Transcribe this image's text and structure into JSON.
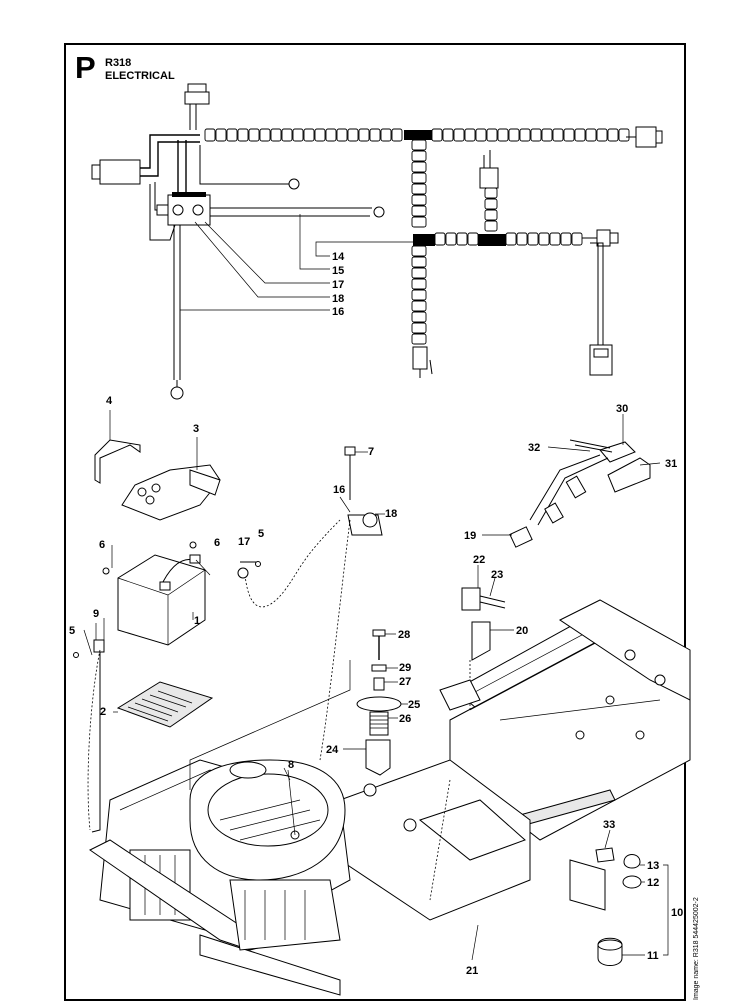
{
  "header": {
    "section_letter": "P",
    "model": "R318",
    "title": "ELECTRICAL"
  },
  "image_name": "Image name: R318 544425002-2",
  "callouts": [
    {
      "id": "c14",
      "label": "14"
    },
    {
      "id": "c15",
      "label": "15"
    },
    {
      "id": "c17",
      "label": "17"
    },
    {
      "id": "c18",
      "label": "18"
    },
    {
      "id": "c16",
      "label": "16"
    },
    {
      "id": "c4",
      "label": "4"
    },
    {
      "id": "c3",
      "label": "3"
    },
    {
      "id": "c7",
      "label": "7"
    },
    {
      "id": "c16b",
      "label": "16"
    },
    {
      "id": "c18b",
      "label": "18"
    },
    {
      "id": "c30",
      "label": "30"
    },
    {
      "id": "c32",
      "label": "32"
    },
    {
      "id": "c31",
      "label": "31"
    },
    {
      "id": "c19",
      "label": "19"
    },
    {
      "id": "c5",
      "label": "5"
    },
    {
      "id": "c6",
      "label": "6"
    },
    {
      "id": "c6b",
      "label": "6"
    },
    {
      "id": "c17b",
      "label": "17"
    },
    {
      "id": "c9",
      "label": "9"
    },
    {
      "id": "c5b",
      "label": "5"
    },
    {
      "id": "c1",
      "label": "1"
    },
    {
      "id": "c2",
      "label": "2"
    },
    {
      "id": "c22",
      "label": "22"
    },
    {
      "id": "c23",
      "label": "23"
    },
    {
      "id": "c20",
      "label": "20"
    },
    {
      "id": "c28",
      "label": "28"
    },
    {
      "id": "c29",
      "label": "29"
    },
    {
      "id": "c27",
      "label": "27"
    },
    {
      "id": "c25",
      "label": "25"
    },
    {
      "id": "c26",
      "label": "26"
    },
    {
      "id": "c24",
      "label": "24"
    },
    {
      "id": "c8",
      "label": "8"
    },
    {
      "id": "c33",
      "label": "33"
    },
    {
      "id": "c13",
      "label": "13"
    },
    {
      "id": "c12",
      "label": "12"
    },
    {
      "id": "c10",
      "label": "10"
    },
    {
      "id": "c11",
      "label": "11"
    },
    {
      "id": "c21",
      "label": "21"
    }
  ]
}
